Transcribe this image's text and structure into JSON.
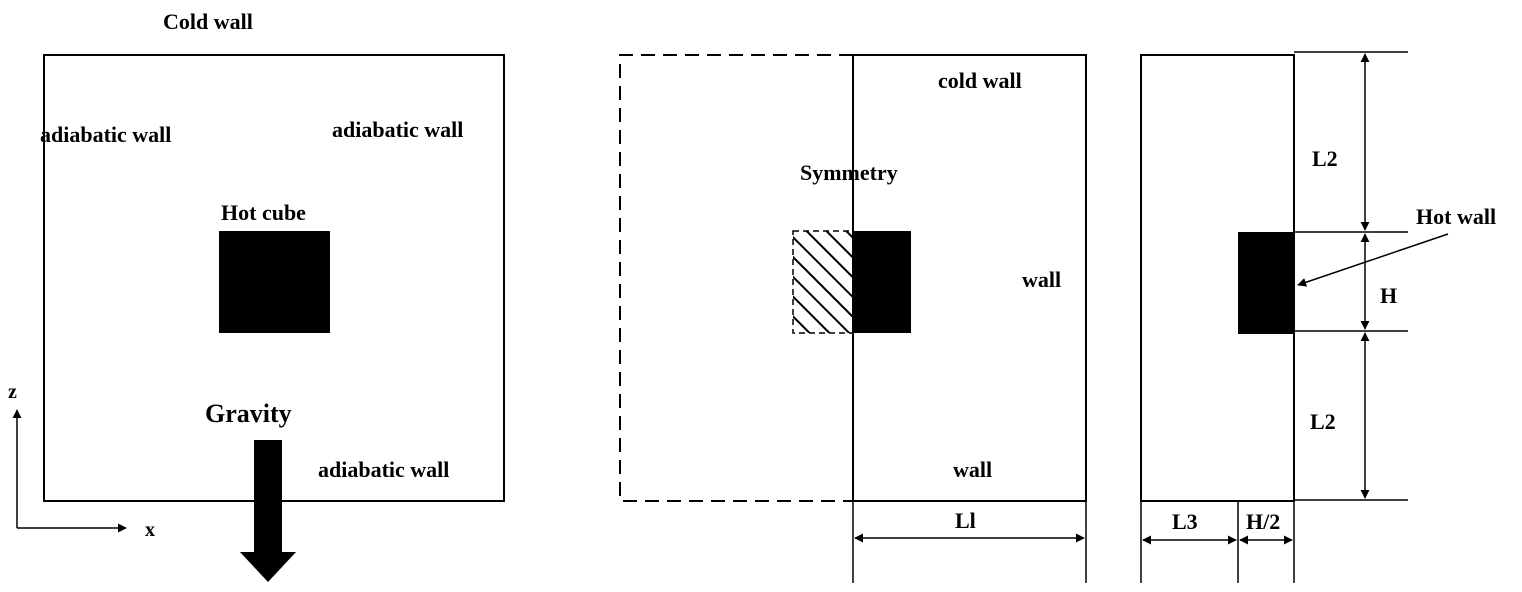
{
  "colors": {
    "ink": "#000000",
    "background": "#ffffff"
  },
  "left_panel": {
    "cold_wall": "Cold wall",
    "adiabatic_left": "adiabatic wall",
    "adiabatic_right": "adiabatic wall",
    "adiabatic_bottom": "adiabatic wall",
    "hot_cube": "Hot cube",
    "gravity": "Gravity",
    "axis_z": "z",
    "axis_x": "x"
  },
  "middle_panel": {
    "cold_wall": "cold wall",
    "symmetry": "Symmetry",
    "wall_right": "wall",
    "wall_bottom": "wall",
    "dim_l1": "Ll"
  },
  "right_panel": {
    "dim_l2_top": "L2",
    "dim_h": "H",
    "dim_l2_bottom": "L2",
    "hot_wall": "Hot wall",
    "dim_l3": "L3",
    "dim_h_half": "H/2"
  }
}
